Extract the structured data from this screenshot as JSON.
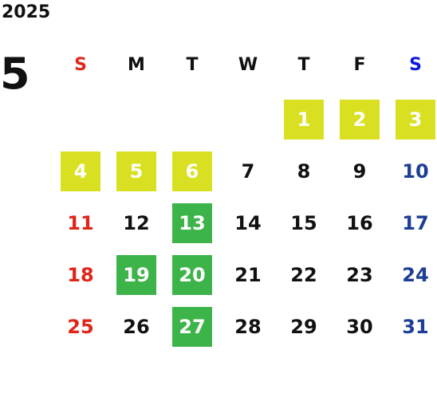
{
  "calendar": {
    "year": "2025",
    "month": "5",
    "weekdays": [
      "S",
      "M",
      "T",
      "W",
      "T",
      "F",
      "S"
    ],
    "first_weekday_index": 4,
    "days_in_month": 31,
    "highlights": {
      "yellow": [
        1,
        2,
        3,
        4,
        5,
        6
      ],
      "green": [
        13,
        19,
        20,
        27
      ]
    },
    "colors": {
      "sunday": "#e0261b",
      "saturday": "#1d3e94",
      "saturday_header": "#0a1ad6",
      "default": "#111111",
      "yellow_fill": "#d9e021",
      "green_fill": "#3cb449",
      "highlight_text": "#ffffff"
    }
  }
}
